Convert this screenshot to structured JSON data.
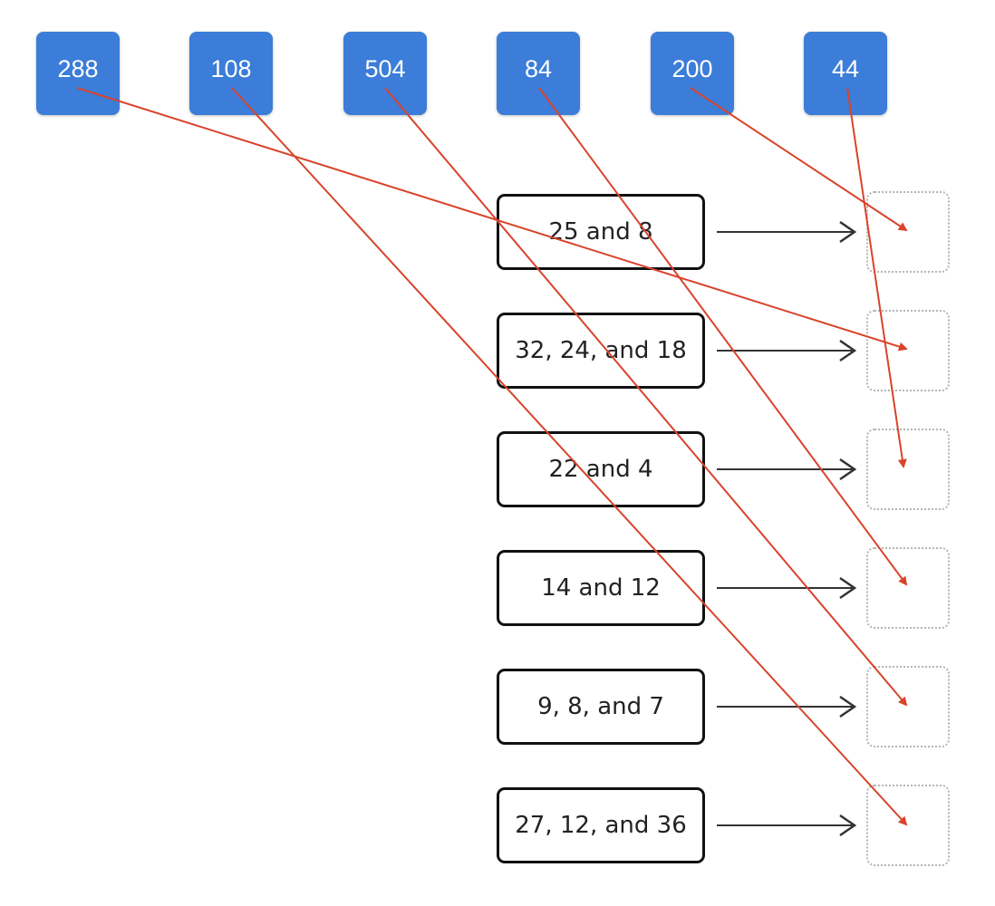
{
  "tiles": [
    "288",
    "108",
    "504",
    "84",
    "200",
    "44"
  ],
  "rows": [
    {
      "factors": "25 and 8"
    },
    {
      "factors": "32, 24, and 18"
    },
    {
      "factors": "22 and 4"
    },
    {
      "factors": "14 and 12"
    },
    {
      "factors": "9, 8, and 7"
    },
    {
      "factors": "27, 12, and 36"
    }
  ],
  "colors": {
    "tile": "#3b7dd8",
    "annotation": "#d9432b",
    "border": "#111111"
  }
}
